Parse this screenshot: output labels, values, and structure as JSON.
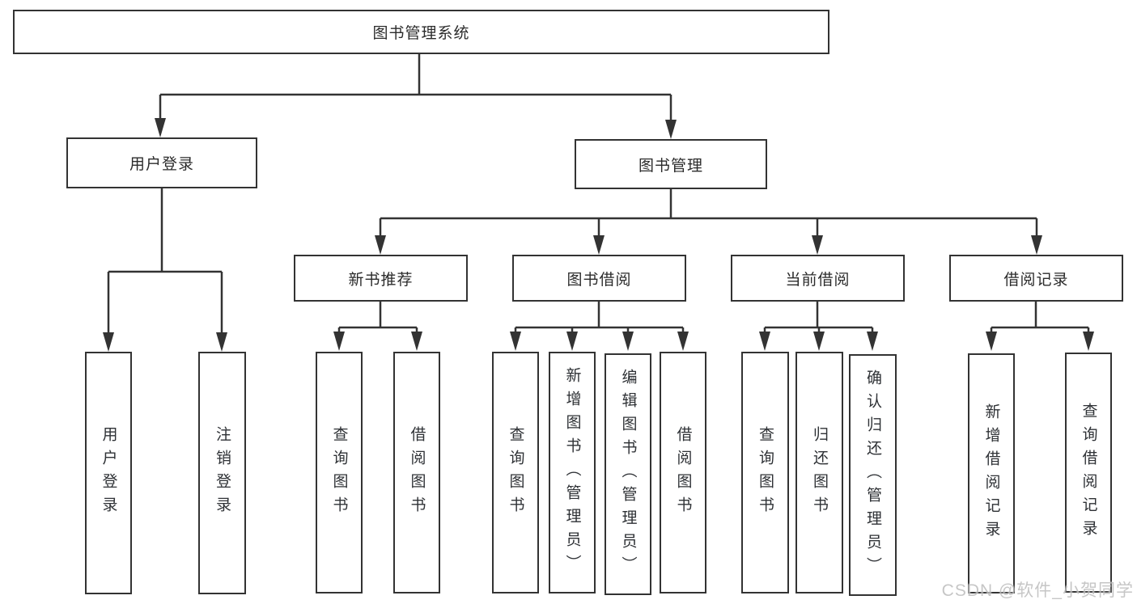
{
  "diagram_title": "图书管理系统",
  "nodes": {
    "root": {
      "label": "图书管理系统"
    },
    "user_login": {
      "label": "用户登录",
      "children": [
        {
          "label": "用户登录"
        },
        {
          "label": "注销登录"
        }
      ]
    },
    "book_management": {
      "label": "图书管理",
      "children": [
        {
          "label": "新书推荐",
          "children": [
            {
              "label": "查询图书"
            },
            {
              "label": "借阅图书"
            }
          ]
        },
        {
          "label": "图书借阅",
          "children": [
            {
              "label": "查询图书"
            },
            {
              "label": "新增图书（管理员）"
            },
            {
              "label": "编辑图书（管理员）"
            },
            {
              "label": "借阅图书"
            }
          ]
        },
        {
          "label": "当前借阅",
          "children": [
            {
              "label": "查询图书"
            },
            {
              "label": "归还图书"
            },
            {
              "label": "确认归还（管理员）"
            }
          ]
        },
        {
          "label": "借阅记录",
          "children": [
            {
              "label": "新增借阅记录"
            },
            {
              "label": "查询借阅记录"
            }
          ]
        }
      ]
    }
  },
  "watermark": {
    "text": "CSDN @软件_小贺同学"
  },
  "colors": {
    "line": "#333333",
    "box_border": "#333333",
    "text": "#2b2b2b",
    "watermark": "#bdbdbd",
    "background": "#ffffff"
  }
}
